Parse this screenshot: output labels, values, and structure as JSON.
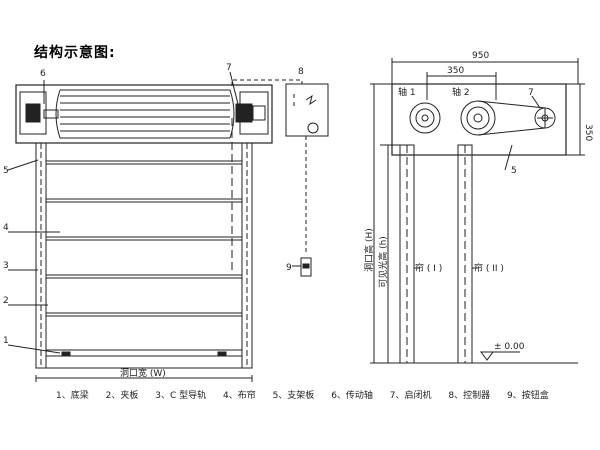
{
  "title": "结构示意图:",
  "callouts": {
    "n1": "1",
    "n2": "2",
    "n3": "3",
    "n4": "4",
    "n5": "5",
    "n6": "6",
    "n7": "7",
    "n8": "8",
    "n9": "9",
    "side_n5": "5",
    "side_n7": "7"
  },
  "front_view": {
    "width_label": "洞口宽 (W)"
  },
  "side_view": {
    "dim_total": "950",
    "dim_shaft": "350",
    "dim_height": "350",
    "shaft1": "轴 1",
    "shaft2": "轴 2",
    "opening_height": "洞口高 (H)",
    "visible_height": "可见光高 (h)",
    "curtain1": "帘 ( I )",
    "curtain2": "帘 ( II )",
    "level": "± 0.00"
  },
  "legend": [
    "1、底梁",
    "2、夹板",
    "3、C 型导轨",
    "4、布帘",
    "5、支架板",
    "6、传动轴",
    "7、启闭机",
    "8、控制器",
    "9、按钮盒"
  ]
}
